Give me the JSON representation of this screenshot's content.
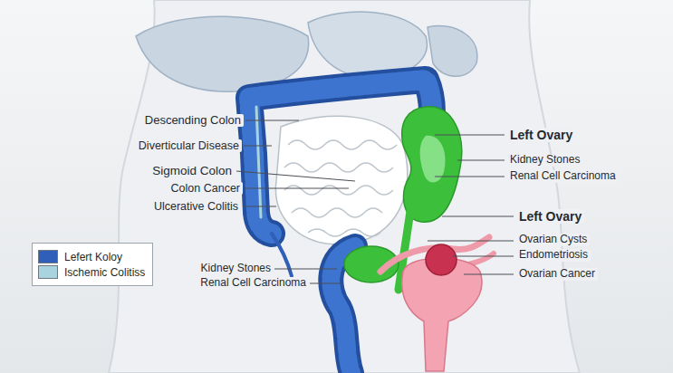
{
  "diagram": {
    "labels": [
      "Descending Colon",
      "Diverticular Disease",
      "Sigmoid Colon",
      "Colon Cancer",
      "Ulcerative Colitis",
      "Left Ovary",
      "Kidney Stones",
      "Renal Cell Carcinoma",
      "Left Ovary",
      "Ovarian Cysts",
      "Endometriosis",
      "Ovarian Cancer",
      "Kidney Stones",
      "Renal Cell Carcinoma"
    ],
    "legend": [
      {
        "text": "Lefert Koloy",
        "color": "#2f5fb8"
      },
      {
        "text": "Ischemic Colitiss",
        "color": "#a9d3df"
      }
    ]
  }
}
